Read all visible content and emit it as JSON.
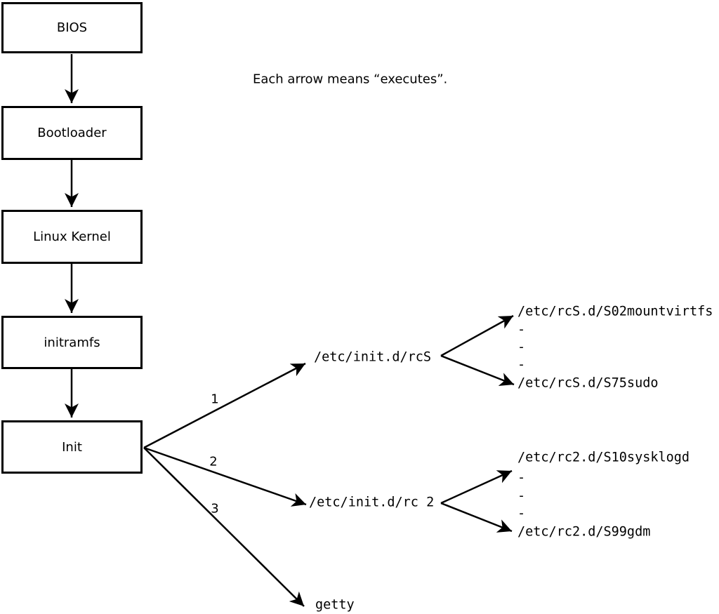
{
  "note": "Each arrow means “executes”.",
  "chain": [
    {
      "label": "BIOS"
    },
    {
      "label": "Bootloader"
    },
    {
      "label": "Linux Kernel"
    },
    {
      "label": "initramfs"
    },
    {
      "label": "Init"
    }
  ],
  "init_branches": [
    {
      "number": "1",
      "target": "/etc/init.d/rcS"
    },
    {
      "number": "2",
      "target": "/etc/init.d/rc 2"
    },
    {
      "number": "3",
      "target": "getty"
    }
  ],
  "rcS_scripts": {
    "first": "/etc/rcS.d/S02mountvirtfs",
    "ellipsis": [
      "-",
      "-",
      "-"
    ],
    "last": "/etc/rcS.d/S75sudo"
  },
  "rc2_scripts": {
    "first": "/etc/rc2.d/S10sysklogd",
    "ellipsis": [
      "-",
      "-",
      "-"
    ],
    "last": "/etc/rc2.d/S99gdm"
  },
  "colors": {
    "ink": "#000000",
    "background": "#ffffff"
  }
}
